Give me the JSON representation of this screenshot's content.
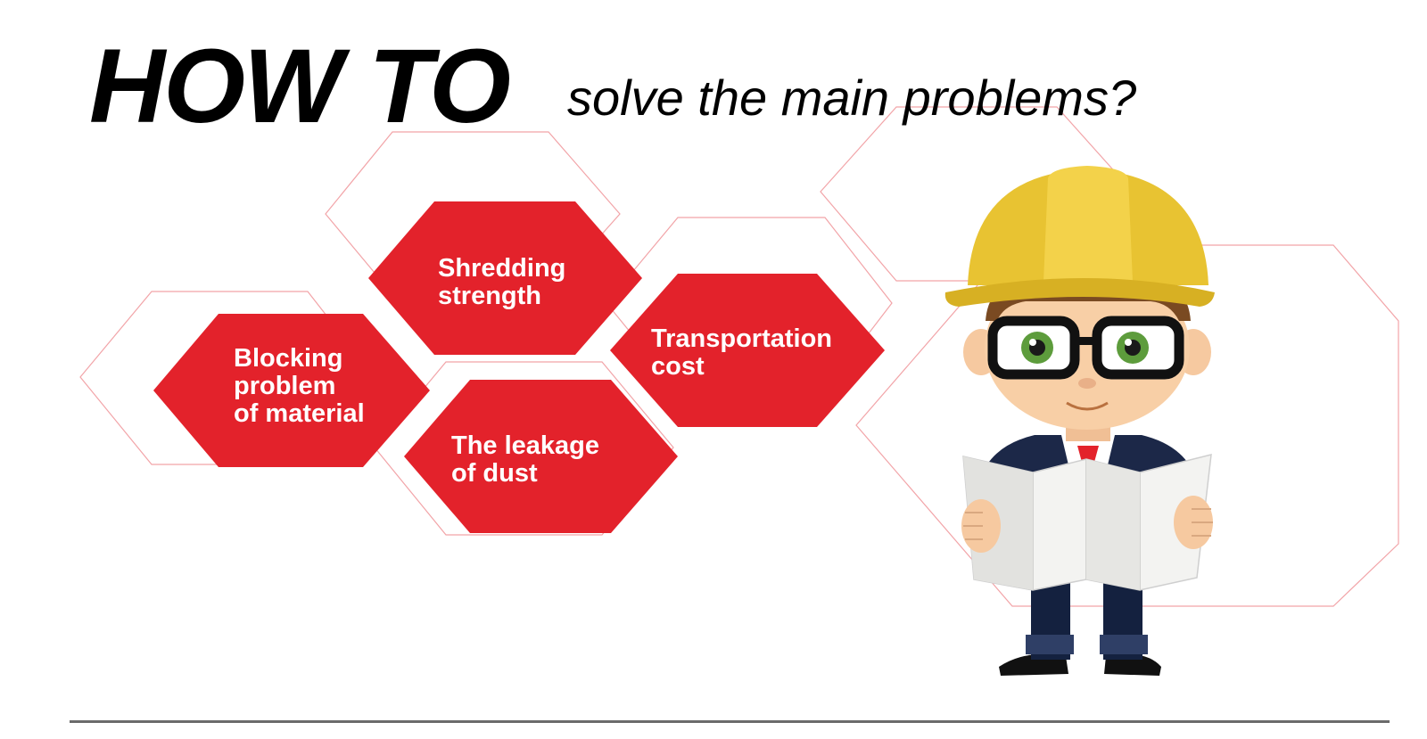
{
  "title": {
    "main": "HOW TO",
    "sub": "solve the main problems?"
  },
  "problems": [
    {
      "id": "blocking",
      "label": "Blocking\nproblem\nof material"
    },
    {
      "id": "shredding",
      "label": "Shredding\nstrength"
    },
    {
      "id": "leakage",
      "label": "The leakage\nof dust"
    },
    {
      "id": "transport",
      "label": "Transportation\ncost"
    }
  ],
  "colors": {
    "hex_fill": "#e3222b",
    "outline": "#f2a4a8",
    "helmet": "#e8c332",
    "suit": "#1c2848",
    "tie": "#e3222b",
    "skin": "#f6c9a0"
  },
  "illustration": {
    "name": "engineer-with-hardhat-reading-map"
  }
}
